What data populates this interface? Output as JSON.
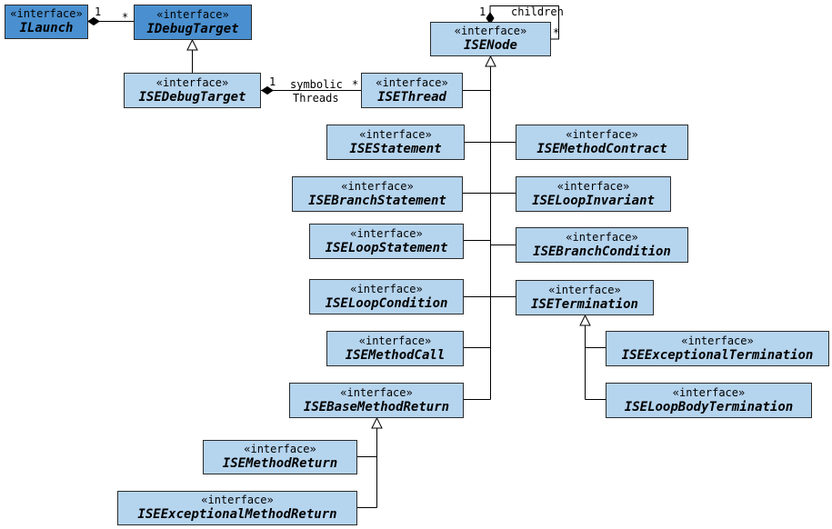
{
  "colors": {
    "box_fill": "#b5d4ee",
    "box_fill_dark": "#4a90d0",
    "border": "#2b2b2b"
  },
  "stereotype": "«interface»",
  "interfaces": {
    "ilaunch": "ILaunch",
    "idebugtarget": "IDebugTarget",
    "isenode": "ISENode",
    "isedebugtarget": "ISEDebugTarget",
    "isethread": "ISEThread",
    "isestatement": "ISEStatement",
    "isemethodcontract": "ISEMethodContract",
    "isebranchstatement": "ISEBranchStatement",
    "iseloopinvariant": "ISELoopInvariant",
    "iseloopstatement": "ISELoopStatement",
    "isebranchcondition": "ISEBranchCondition",
    "iseloopcondition": "ISELoopCondition",
    "isetermination": "ISETermination",
    "isemethodcall": "ISEMethodCall",
    "iseexceptionaltermination": "ISEExceptionalTermination",
    "isebasemethodreturn": "ISEBaseMethodReturn",
    "iseloopbodytermination": "ISELoopBodyTermination",
    "isemethodreturn": "ISEMethodReturn",
    "iseexceptionalmethodreturn": "ISEExceptionalMethodReturn"
  },
  "associations": {
    "launch_mult_one": "1",
    "launch_mult_many": "*",
    "children_mult_one": "1",
    "children_role": "children",
    "children_mult_many": "*",
    "threads_mult_one": "1",
    "threads_role_line1": "symbolic",
    "threads_role_line2": "Threads",
    "threads_mult_many": "*"
  }
}
